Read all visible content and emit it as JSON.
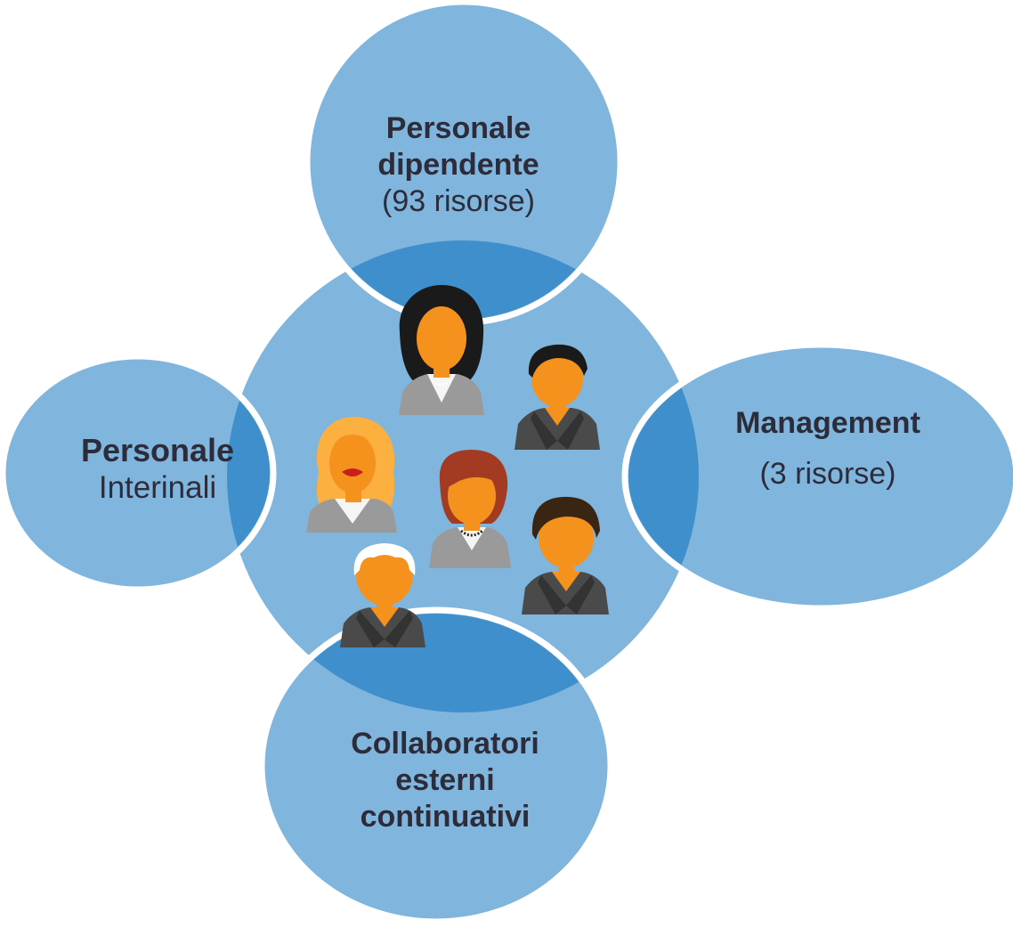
{
  "colors": {
    "circle_light": "#80b5dd",
    "overlap_dark": "#3f8fcd",
    "border": "#ffffff",
    "text": "#2c2c3a",
    "skin": "#f5921e",
    "suit_dark": "#4a4a4a",
    "suit_grey": "#9a9a9a"
  },
  "nodes": {
    "top": {
      "title_line1": "Personale",
      "title_line2": "dipendente",
      "detail": "(93 risorse)"
    },
    "right": {
      "title": "Management",
      "detail": "(3 risorse)"
    },
    "left": {
      "title": "Personale",
      "detail": "Interinali"
    },
    "bottom": {
      "title_line1": "Collaboratori",
      "title_line2": "esterni",
      "title_line3": "continuativi"
    }
  },
  "center_illustration": {
    "icon": "people-group-icon",
    "people": [
      {
        "name": "woman-black-hair-icon",
        "suit": "grey"
      },
      {
        "name": "man-black-hair-icon",
        "suit": "dark"
      },
      {
        "name": "woman-blonde-hair-icon",
        "suit": "grey"
      },
      {
        "name": "woman-red-hair-icon",
        "suit": "grey"
      },
      {
        "name": "man-brown-hair-icon",
        "suit": "dark"
      },
      {
        "name": "man-white-hair-icon",
        "suit": "dark"
      }
    ]
  }
}
